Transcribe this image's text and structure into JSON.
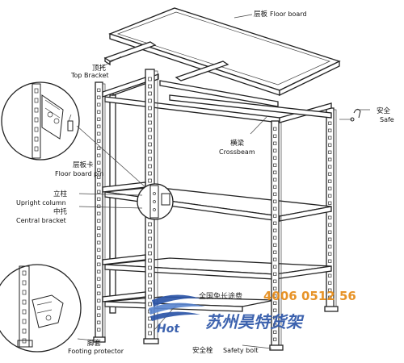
{
  "labels": {
    "floor_board": {
      "cn": "层板",
      "en": "Floor board"
    },
    "top_bracket": {
      "cn": "顶托",
      "en": "Top Bracket"
    },
    "safe": {
      "cn": "安全",
      "en": "Safe"
    },
    "crossbeam": {
      "cn": "横梁",
      "en": "Crossbeam"
    },
    "floor_board_pin": {
      "cn": "层板卡",
      "en": "Floor board pin"
    },
    "upright_column": {
      "cn": "立柱",
      "en": "Upright column"
    },
    "central_bracket": {
      "cn": "中托",
      "en": "Central bracket"
    },
    "footing_protector": {
      "cn": "脚套",
      "en": "Footing protector"
    },
    "safety_bolt": {
      "cn": "安全栓",
      "en": "Safety bolt"
    }
  },
  "watermark": {
    "free_call": "全国免长途费",
    "phone": "4006 0512 56",
    "brand": "苏州昊特货架",
    "logo_text": "Hot",
    "colors": {
      "brand": "#2c55a8",
      "phone": "#e58a16"
    }
  }
}
